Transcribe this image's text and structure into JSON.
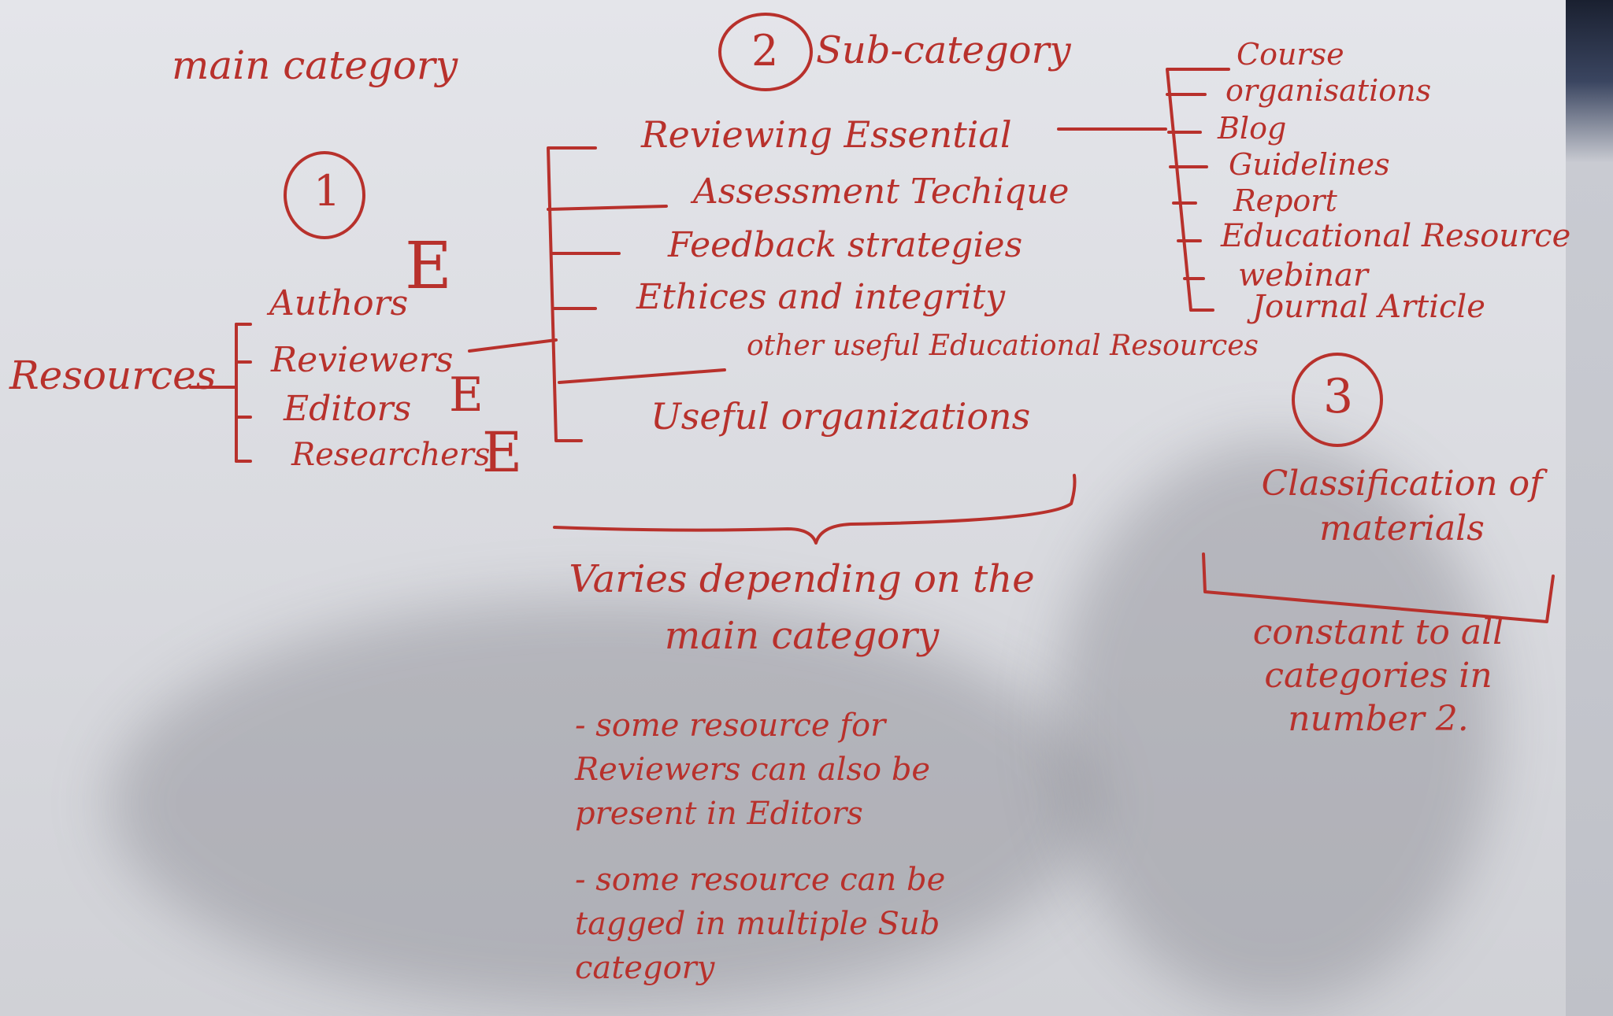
{
  "main_category": {
    "heading": "main category",
    "number": "1",
    "root": "Resources",
    "items": [
      "Authors",
      "Reviewers",
      "Editors",
      "Researchers"
    ],
    "tag": "E"
  },
  "sub_category": {
    "heading": "Sub-category",
    "number": "2",
    "items": [
      "Reviewing Essential",
      "Assessment Techique",
      "Feedback strategies",
      "Ethices and integrity",
      "other useful Educational Resources",
      "Useful organizations"
    ],
    "note_title": "Varies depending on the main category",
    "notes": [
      "- some resource for Reviewers can also be present in Editors",
      "- some resource can be tagged in multiple Sub category"
    ]
  },
  "classification": {
    "number": "3",
    "items": [
      "Course",
      "organisations",
      "Blog",
      "Guidelines",
      "Report",
      "Educational Resource",
      "webinar",
      "Journal Article"
    ],
    "title": "Classification of materials",
    "note": "constant to all categories in number 2."
  },
  "colors": {
    "ink": "#b8312c",
    "board": "#e0e1e6"
  }
}
